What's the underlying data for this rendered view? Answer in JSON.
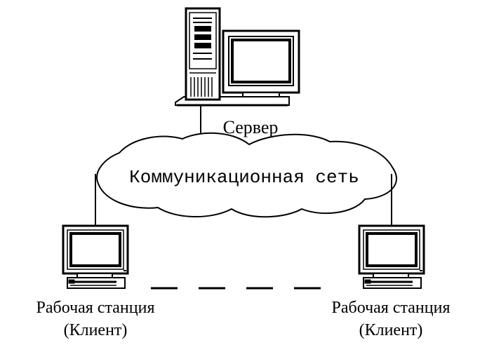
{
  "diagram": {
    "server_label": "Сервер",
    "network_label": "Коммуникационная сеть",
    "left_client": {
      "line1": "Рабочая станция",
      "line2": "(Клиент)"
    },
    "right_client": {
      "line1": "Рабочая станция",
      "line2": "(Клиент)"
    }
  }
}
